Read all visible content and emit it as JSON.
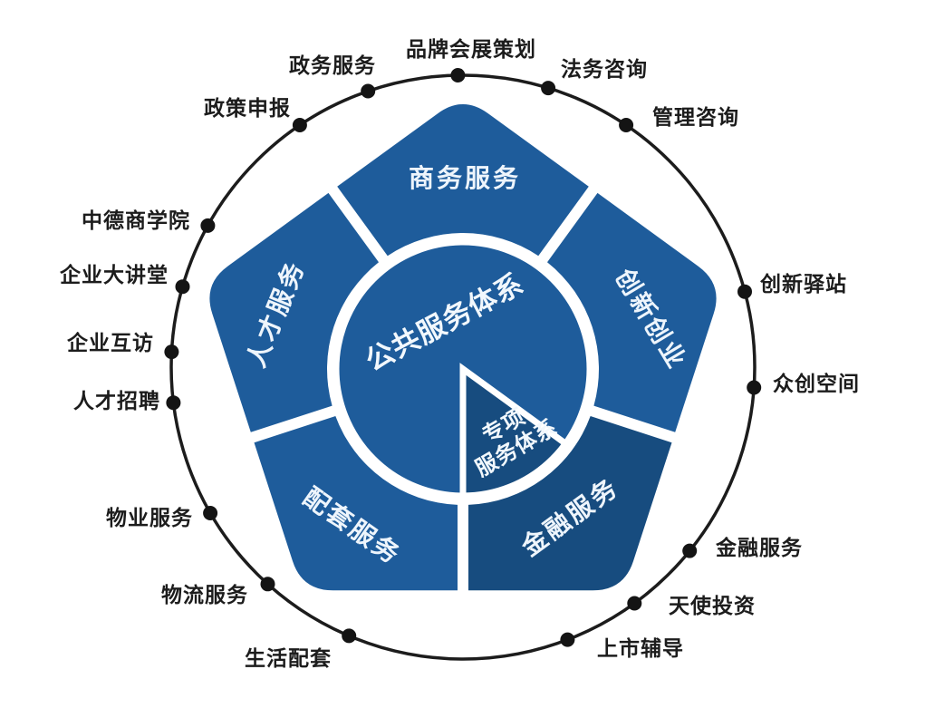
{
  "diagram": {
    "center": {
      "label": "公共服务体系",
      "wedge_label_line1": "专项",
      "wedge_label_line2": "服务体系"
    },
    "segments": [
      {
        "id": "business",
        "label": "商务服务"
      },
      {
        "id": "innovation",
        "label": "创新创业"
      },
      {
        "id": "finance",
        "label": "金融服务"
      },
      {
        "id": "support",
        "label": "配套服务"
      },
      {
        "id": "talent",
        "label": "人才服务"
      }
    ],
    "ring_items": [
      {
        "label": "品牌会展策划"
      },
      {
        "label": "法务咨询"
      },
      {
        "label": "管理咨询"
      },
      {
        "label": "创新驿站"
      },
      {
        "label": "众创空间"
      },
      {
        "label": "金融服务"
      },
      {
        "label": "天使投资"
      },
      {
        "label": "上市辅导"
      },
      {
        "label": "生活配套"
      },
      {
        "label": "物流服务"
      },
      {
        "label": "物业服务"
      },
      {
        "label": "人才招聘"
      },
      {
        "label": "企业互访"
      },
      {
        "label": "企业大讲堂"
      },
      {
        "label": "中德商学院"
      },
      {
        "label": "政策申报"
      },
      {
        "label": "政务服务"
      }
    ],
    "colors": {
      "primary_blue": "#1E5C9B",
      "dark_blue": "#174C7F",
      "outline_black": "#1c1c1c",
      "text_white": "#f2f8fd",
      "background": "#ffffff"
    }
  }
}
